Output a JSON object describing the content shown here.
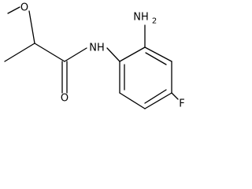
{
  "molecule": {
    "atoms": {
      "methoxy_o": "O",
      "carbonyl_o": "O",
      "amide_nh": "NH",
      "amine_nh2": "NH",
      "amine_nh2_sub": "2",
      "fluorine": "F"
    }
  },
  "colors": {
    "bond": "#000000",
    "label": "#000000",
    "background": "#ffffff"
  }
}
